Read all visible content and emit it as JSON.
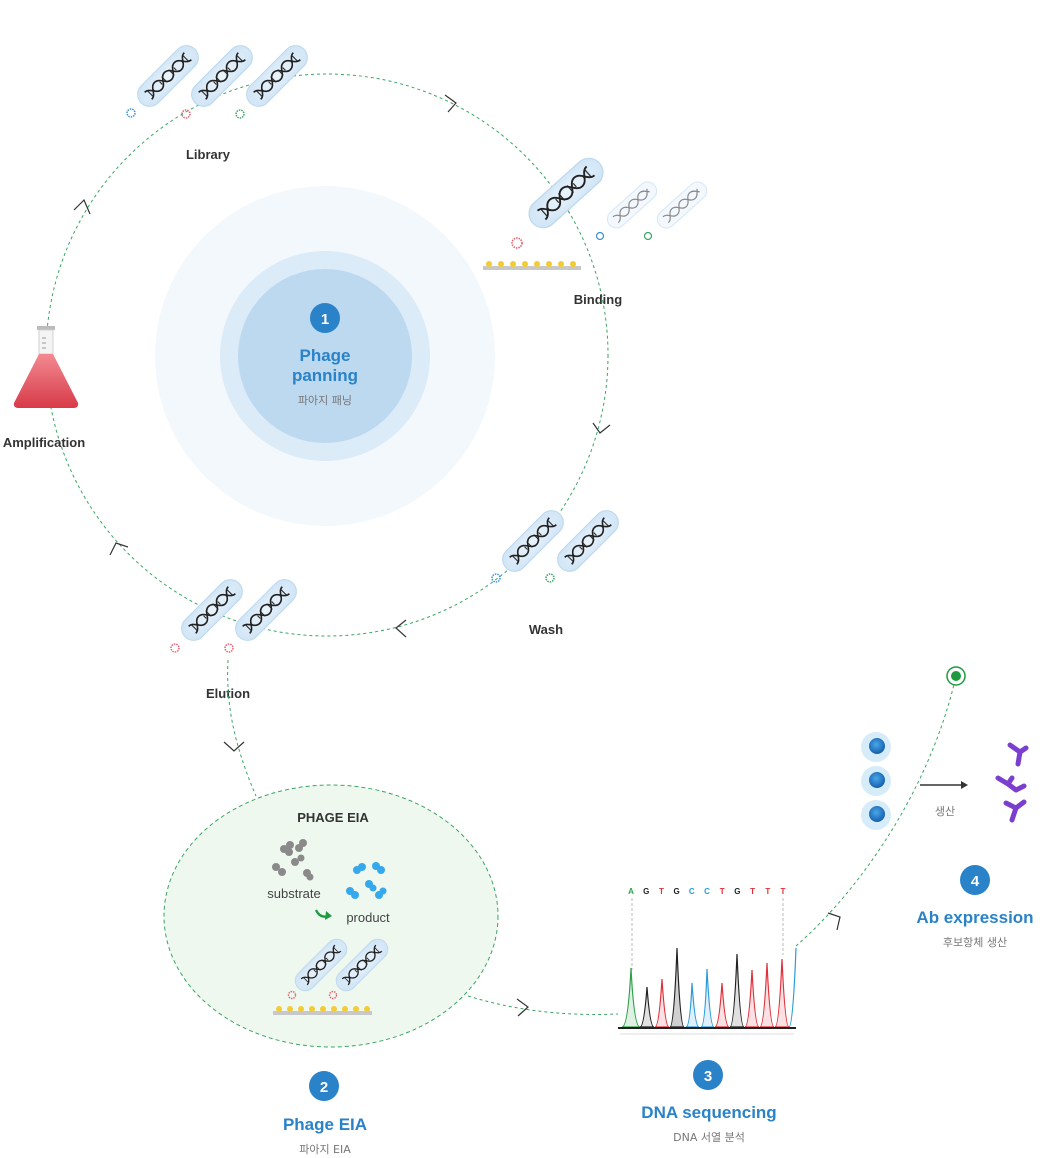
{
  "cycle": {
    "number": "1",
    "title_line1": "Phage",
    "title_line2": "panning",
    "subtitle": "파아지 패닝",
    "steps": {
      "library": "Library",
      "binding": "Binding",
      "wash": "Wash",
      "elution": "Elution",
      "amplification": "Amplification"
    }
  },
  "eia": {
    "header": "PHAGE EIA",
    "substrate": "substrate",
    "product": "product",
    "number": "2",
    "title": "Phage EIA",
    "subtitle": "파아지 EIA"
  },
  "sequencing": {
    "number": "3",
    "title": "DNA sequencing",
    "subtitle": "DNA 서열 분석",
    "letters": [
      "A",
      "G",
      "T",
      "G",
      "C",
      "C",
      "T",
      "G",
      "T",
      "T",
      "T"
    ],
    "letter_colors": [
      "#2ea04a",
      "#222222",
      "#e0303a",
      "#222222",
      "#2a9ad8",
      "#2a9ad8",
      "#e0303a",
      "#222222",
      "#e0303a",
      "#e0303a",
      "#e0303a"
    ]
  },
  "expression": {
    "number": "4",
    "title": "Ab expression",
    "subtitle": "후보항체 생산",
    "arrow_label": "생산"
  },
  "colors": {
    "accent": "#2a82c8",
    "path": "#3aa564",
    "flask": "#e8505c",
    "antibody": "#7b3fcf",
    "tag_blue": "#3a8fd8",
    "tag_red": "#e86070",
    "tag_green": "#3aa564"
  }
}
